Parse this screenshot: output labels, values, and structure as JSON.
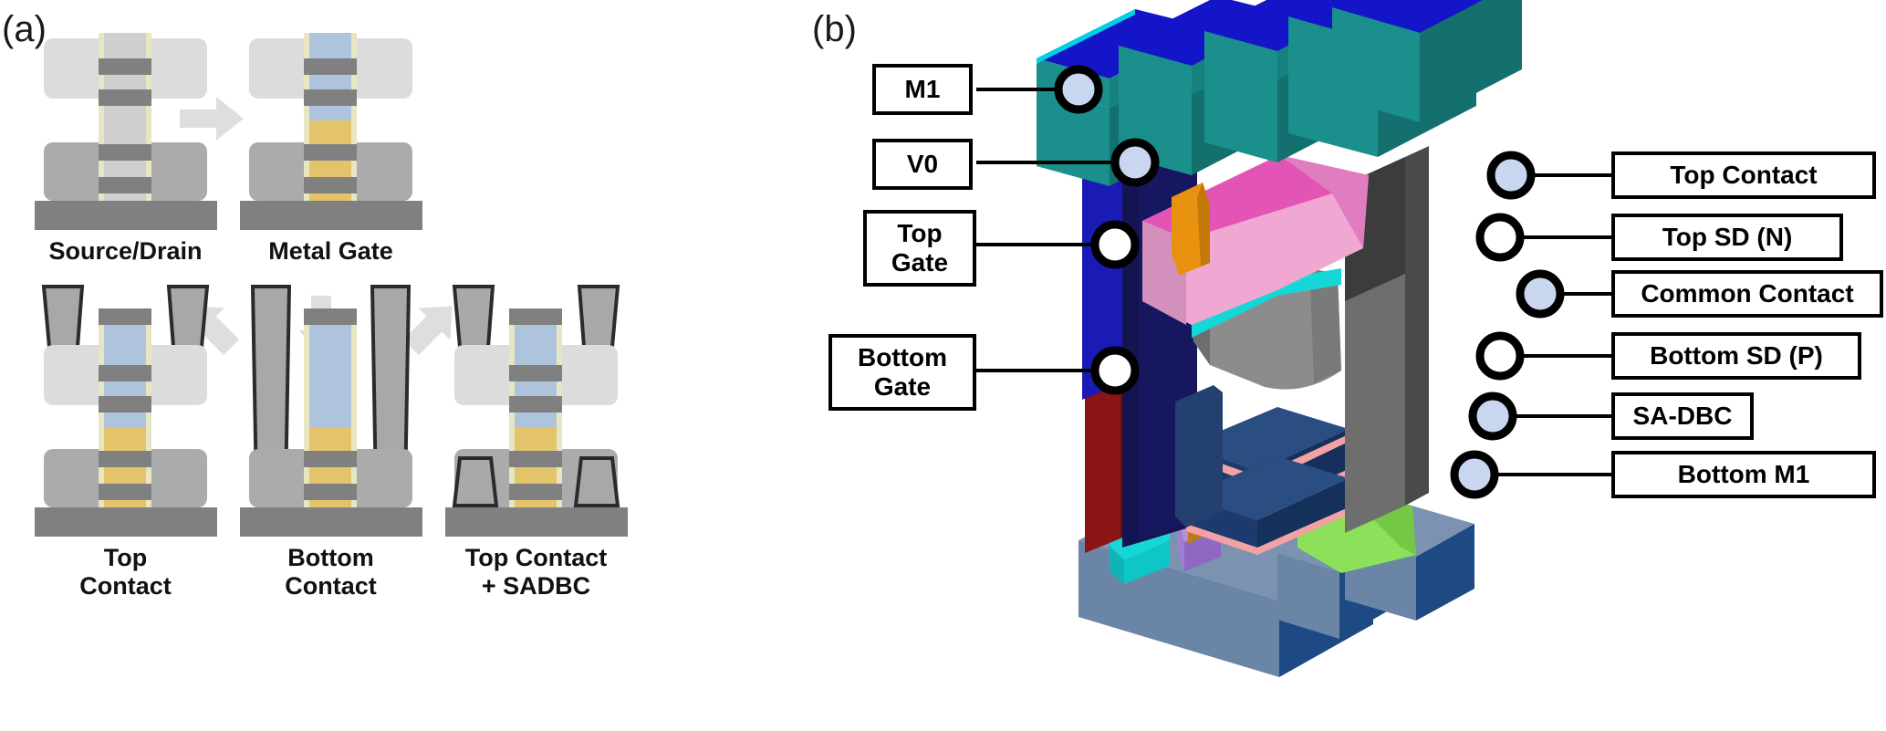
{
  "figure": {
    "panel_a_letter": "(a)",
    "panel_b_letter": "(b)"
  },
  "panel_a": {
    "steps": [
      {
        "id": "source-drain",
        "caption": "Source/Drain"
      },
      {
        "id": "metal-gate",
        "caption": "Metal Gate"
      },
      {
        "id": "top-contact",
        "caption": "Top\nContact"
      },
      {
        "id": "bottom-contact",
        "caption": "Bottom\nContact"
      },
      {
        "id": "top-contact-sadbc",
        "caption": "Top Contact\n+ SADBC"
      }
    ],
    "arrows": [
      {
        "id": "arrow-right",
        "direction": "right"
      },
      {
        "id": "arrow-down-left",
        "direction": "down-left"
      },
      {
        "id": "arrow-down",
        "direction": "down"
      },
      {
        "id": "arrow-down-right",
        "direction": "down-right"
      }
    ],
    "colors": {
      "substrate": "#808080",
      "sd_top": "#dcdcdc",
      "sd_bottom": "#ababab",
      "pillar_edge": "#e8e5c2",
      "core_grey": "#cfcfcf",
      "core_blue": "#aec3dc",
      "core_gold": "#e3c46a",
      "nanosheet": "#808080",
      "contact_metal": "#a8a8a8",
      "contact_outline": "#2b2b2b",
      "arrow": "#dedede"
    }
  },
  "panel_b": {
    "callouts_left": [
      {
        "id": "m1",
        "label": "M1",
        "marker": "light"
      },
      {
        "id": "v0",
        "label": "V0",
        "marker": "light"
      },
      {
        "id": "top-gate",
        "label": "Top\nGate",
        "marker": "white"
      },
      {
        "id": "bottom-gate",
        "label": "Bottom\nGate",
        "marker": "white"
      }
    ],
    "callouts_right": [
      {
        "id": "top-contact",
        "label": "Top Contact",
        "marker": "light"
      },
      {
        "id": "top-sd-n",
        "label": "Top SD  (N)",
        "marker": "white"
      },
      {
        "id": "common-contact",
        "label": "Common Contact",
        "marker": "light"
      },
      {
        "id": "bottom-sd-p",
        "label": "Bottom SD (P)",
        "marker": "white"
      },
      {
        "id": "sa-dbc",
        "label": "SA-DBC",
        "marker": "light"
      },
      {
        "id": "bottom-m1",
        "label": "Bottom M1",
        "marker": "light"
      }
    ],
    "colors": {
      "m1_fin_top": "#1414c8",
      "m1_fin_side": "#1a8f8c",
      "m1_fin_edge": "#00d2e6",
      "v0_pink_top": "#e255b4",
      "v0_pink_face": "#f0a8d2",
      "v0_orange": "#e8920f",
      "top_gate_blue": "#1a1ab4",
      "top_gate_navy": "#101060",
      "top_sd_grey": "#8c8c8c",
      "cyan_liner": "#16d7d7",
      "common_contact_grey": "#6e6e6e",
      "common_contact_dark": "#3c3c3c",
      "bottom_sd_navy": "#1d3a6e",
      "bottom_sd_pink": "#f2a2a2",
      "bottom_gate_red": "#8c1414",
      "sa_dbc_green": "#8ce05a",
      "purple": "#9f7fd4",
      "bottom_m1_slab": "#6e88a8",
      "bottom_m1_face": "#1d4a82",
      "marker_light": "#c8d7ef",
      "marker_white": "#ffffff",
      "marker_ring": "#000000"
    }
  }
}
